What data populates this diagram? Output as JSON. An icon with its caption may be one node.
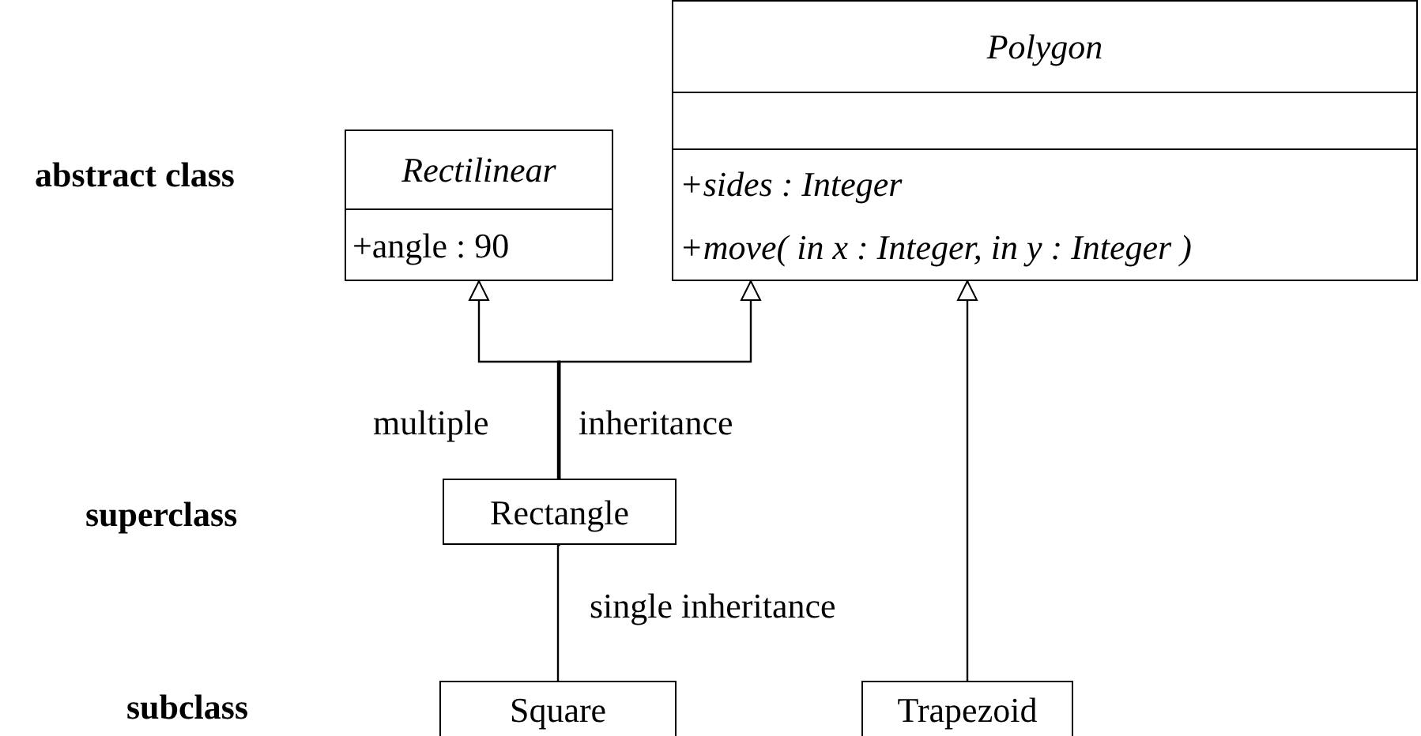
{
  "diagram": {
    "nodes": [
      {
        "text": [
          "Polygon",
          "+sides : Integer",
          "+move( in x : Integer, in y : Integer )"
        ]
      },
      {
        "text": [
          "Rectilinear",
          "+angle : 90"
        ]
      },
      {
        "text": [
          "Rectangle"
        ]
      },
      {
        "text": [
          "Square"
        ]
      },
      {
        "text": [
          "Trapezoid"
        ]
      }
    ],
    "edges": [
      {
        "from": 2,
        "to": 1,
        "arrow": "to"
      },
      {
        "from": 2,
        "to": 0,
        "arrow": "to"
      },
      {
        "from": 3,
        "to": 2,
        "arrow": "to"
      },
      {
        "from": 4,
        "to": 0,
        "arrow": "to"
      }
    ],
    "labels": [
      "abstract class",
      "multiple",
      "inheritance",
      "superclass",
      "single inheritance",
      "subclass"
    ]
  }
}
